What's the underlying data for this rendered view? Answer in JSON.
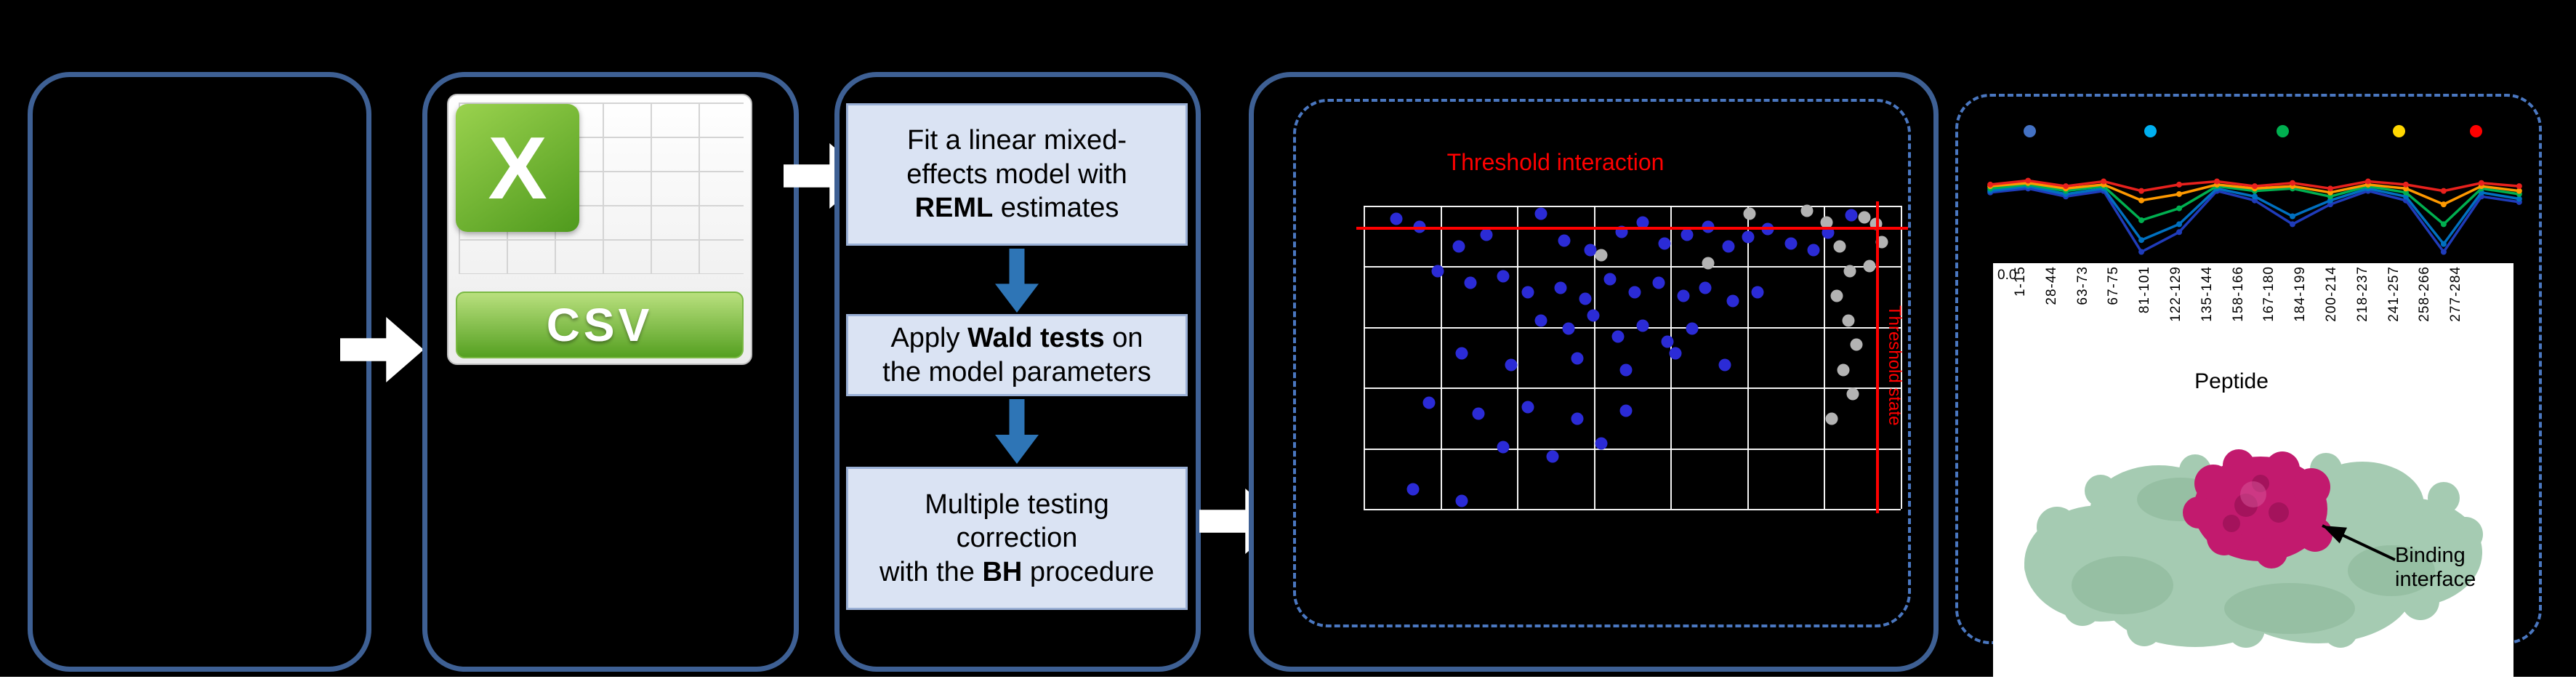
{
  "colors": {
    "panel_border": "#3e6094",
    "dashed_border": "#4a77c0",
    "step_fill": "#dae3f3",
    "step_border": "#9ab0d6",
    "arrow_blue": "#2e75b6",
    "flow_arrow": "#ffffff",
    "threshold_red": "#ff0000",
    "scatter_blue": "#2b2bd6",
    "scatter_gray": "#b3b3b3"
  },
  "csv": {
    "logo": "X",
    "label": "CSV"
  },
  "pipeline": {
    "steps": [
      {
        "seg0": "Fit a linear mixed-\neffects model with\n",
        "seg1": "REML",
        "seg2": " estimates"
      },
      {
        "seg0": "Apply ",
        "seg1": "Wald tests",
        "seg2": " on\nthe model parameters"
      },
      {
        "seg0": "Multiple testing\ncorrection\nwith the ",
        "seg1": "BH",
        "seg2": " procedure"
      }
    ]
  },
  "volcano": {
    "title": "Threshold interaction",
    "side_label": "Threshold state",
    "grid": {
      "cols": 7,
      "rows": 5
    },
    "hline_y": 7,
    "vline_x": 95.4,
    "points_blue": [
      [
        6.1,
        4.3
      ],
      [
        10.4,
        7
      ],
      [
        17.7,
        13.5
      ],
      [
        22.9,
        9.7
      ],
      [
        33,
        2.7
      ],
      [
        37.3,
        11.4
      ],
      [
        42.2,
        14.6
      ],
      [
        48,
        8.6
      ],
      [
        52,
        5.4
      ],
      [
        56,
        12.4
      ],
      [
        60.2,
        9.7
      ],
      [
        64.2,
        7
      ],
      [
        67.9,
        13.5
      ],
      [
        71.6,
        10.3
      ],
      [
        75.2,
        7.6
      ],
      [
        79.5,
        12.4
      ],
      [
        83.8,
        14.6
      ],
      [
        13.8,
        21.6
      ],
      [
        19.9,
        25.4
      ],
      [
        26,
        23.2
      ],
      [
        30.6,
        28.6
      ],
      [
        36.7,
        27
      ],
      [
        41.3,
        30.8
      ],
      [
        45.9,
        24.3
      ],
      [
        50.5,
        28.6
      ],
      [
        55,
        25.4
      ],
      [
        59.6,
        29.7
      ],
      [
        63.6,
        27
      ],
      [
        68.8,
        31.4
      ],
      [
        73.4,
        28.6
      ],
      [
        33,
        37.8
      ],
      [
        38.2,
        40.5
      ],
      [
        42.8,
        36.2
      ],
      [
        47.4,
        43.2
      ],
      [
        52,
        39.5
      ],
      [
        56.6,
        44.9
      ],
      [
        61.2,
        40.5
      ],
      [
        18.3,
        48.6
      ],
      [
        27.5,
        52.4
      ],
      [
        39.8,
        50.3
      ],
      [
        48.9,
        54.1
      ],
      [
        58.1,
        48.6
      ],
      [
        67.3,
        52.4
      ],
      [
        12.2,
        64.9
      ],
      [
        21.4,
        68.6
      ],
      [
        30.6,
        66.5
      ],
      [
        39.8,
        70.3
      ],
      [
        48.9,
        67.6
      ],
      [
        26,
        79.5
      ],
      [
        35.2,
        82.7
      ],
      [
        44.3,
        78.4
      ],
      [
        9.2,
        93.5
      ],
      [
        18.3,
        97.3
      ],
      [
        86.5,
        8.9
      ],
      [
        90.8,
        3.2
      ]
    ],
    "points_gray": [
      [
        82.6,
        1.6
      ],
      [
        86.2,
        5.4
      ],
      [
        88.7,
        13.5
      ],
      [
        90.5,
        21.6
      ],
      [
        88.1,
        29.7
      ],
      [
        90.2,
        37.8
      ],
      [
        91.7,
        45.9
      ],
      [
        89.3,
        54.1
      ],
      [
        91.1,
        62.2
      ],
      [
        87.2,
        70.3
      ],
      [
        93.3,
        3.8
      ],
      [
        44.3,
        16.2
      ],
      [
        64.2,
        18.9
      ],
      [
        71.9,
        2.7
      ],
      [
        95.4,
        5.9
      ],
      [
        96.5,
        12
      ],
      [
        94.2,
        20
      ]
    ]
  },
  "uptake": {
    "legend_dots": [
      {
        "color": "#4472c4",
        "x": 8
      },
      {
        "color": "#00b0f0",
        "x": 30
      },
      {
        "color": "#00b050",
        "x": 54
      },
      {
        "color": "#ffd700",
        "x": 75
      },
      {
        "color": "#ff0000",
        "x": 89
      }
    ],
    "series": [
      {
        "color": "#1f3cba",
        "values": [
          0.2,
          0.15,
          0.25,
          0.18,
          0.95,
          0.7,
          0.18,
          0.3,
          0.6,
          0.35,
          0.18,
          0.3,
          0.95,
          0.25,
          0.32
        ]
      },
      {
        "color": "#0070c0",
        "values": [
          0.18,
          0.12,
          0.22,
          0.15,
          0.8,
          0.6,
          0.15,
          0.25,
          0.5,
          0.3,
          0.15,
          0.25,
          0.85,
          0.2,
          0.28
        ]
      },
      {
        "color": "#00b050",
        "values": [
          0.15,
          0.1,
          0.18,
          0.12,
          0.55,
          0.4,
          0.12,
          0.18,
          0.15,
          0.25,
          0.12,
          0.2,
          0.6,
          0.15,
          0.22
        ]
      },
      {
        "color": "#ff9900",
        "values": [
          0.12,
          0.08,
          0.15,
          0.1,
          0.3,
          0.22,
          0.1,
          0.15,
          0.12,
          0.2,
          0.1,
          0.15,
          0.35,
          0.12,
          0.18
        ]
      },
      {
        "color": "#e8211d",
        "values": [
          0.1,
          0.05,
          0.12,
          0.06,
          0.18,
          0.1,
          0.06,
          0.12,
          0.08,
          0.15,
          0.06,
          0.1,
          0.18,
          0.08,
          0.12
        ]
      }
    ],
    "ytick": "0.0",
    "peptides": [
      "1-15",
      "28-44",
      "63-73",
      "67-75",
      "81-101",
      "122-129",
      "135-144",
      "158-166",
      "167-180",
      "184-199",
      "200-214",
      "218-237",
      "241-257",
      "258-266",
      "277-284"
    ],
    "xlabel": "Peptide"
  },
  "structure": {
    "annotation": "Binding interface"
  }
}
